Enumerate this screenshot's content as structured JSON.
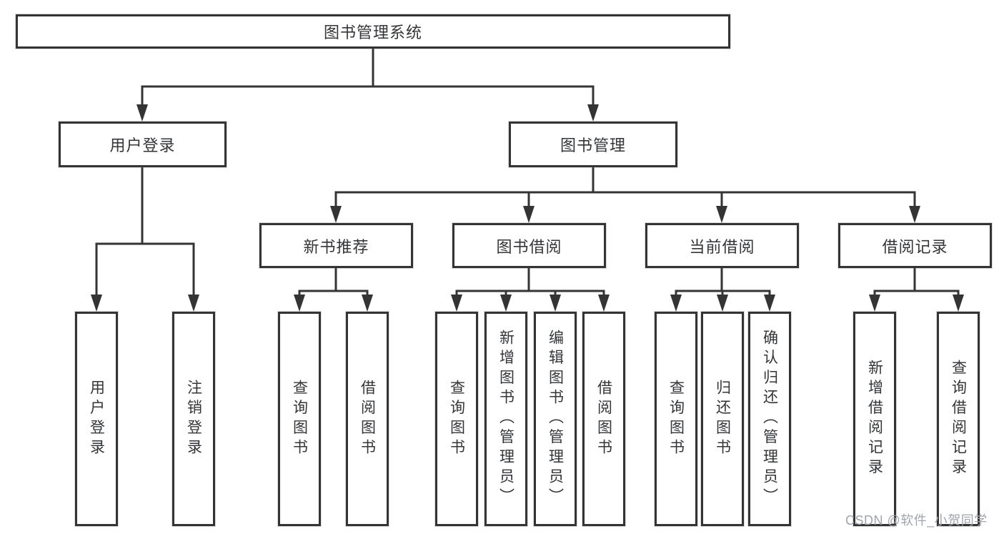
{
  "diagram": {
    "type": "hierarchy-functional-structure",
    "title": "图书管理系统",
    "watermark": "CSDN @软件_小贺同学",
    "colors": {
      "line": "#343434",
      "box_border": "#343434",
      "box_fill": "#ffffff",
      "text": "#333538",
      "watermark_text": "#a0a4ac",
      "background": "#ffffff"
    },
    "tree": {
      "label": "图书管理系统",
      "children": [
        {
          "label": "用户登录",
          "children": [
            {
              "label": "用户登录"
            },
            {
              "label": "注销登录"
            }
          ]
        },
        {
          "label": "图书管理",
          "children": [
            {
              "label": "新书推荐",
              "children": [
                {
                  "label": "查询图书"
                },
                {
                  "label": "借阅图书"
                }
              ]
            },
            {
              "label": "图书借阅",
              "children": [
                {
                  "label": "查询图书"
                },
                {
                  "label": "新增图书（管理员）"
                },
                {
                  "label": "编辑图书（管理员）"
                },
                {
                  "label": "借阅图书"
                }
              ]
            },
            {
              "label": "当前借阅",
              "children": [
                {
                  "label": "查询图书"
                },
                {
                  "label": "归还图书"
                },
                {
                  "label": "确认归还（管理员）"
                }
              ]
            },
            {
              "label": "借阅记录",
              "children": [
                {
                  "label": "新增借阅记录"
                },
                {
                  "label": "查询借阅记录"
                }
              ]
            }
          ]
        }
      ]
    }
  }
}
